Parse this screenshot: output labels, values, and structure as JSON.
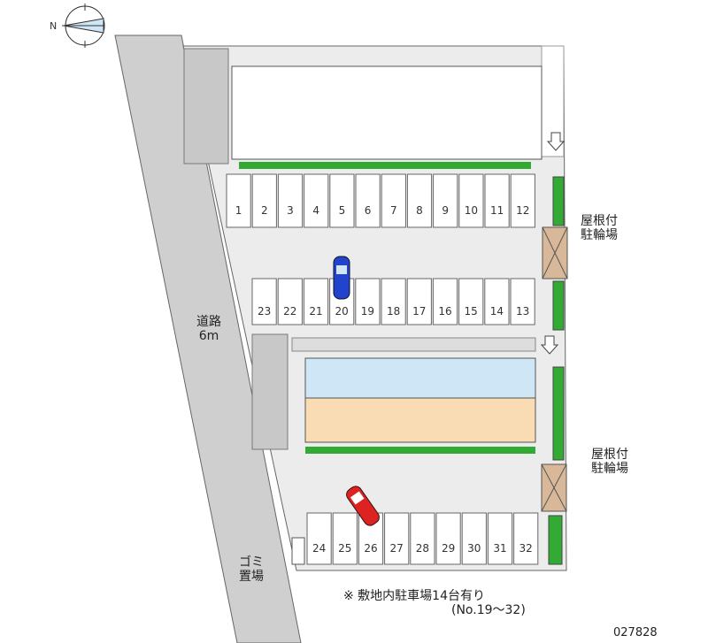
{
  "road_label": {
    "name": "道路",
    "width": "6m"
  },
  "bike_shelter_label": [
    "屋根付",
    "駐輪場"
  ],
  "garbage_label": [
    "ゴミ",
    "置場"
  ],
  "note": {
    "line1": "※ 敷地内駐車場14台有り",
    "line2": "(No.19〜32)"
  },
  "code": "027828",
  "parking_rows": {
    "row_top": [
      "1",
      "2",
      "3",
      "4",
      "5",
      "6",
      "7",
      "8",
      "9",
      "10",
      "11",
      "12"
    ],
    "row_middle": [
      "23",
      "22",
      "21",
      "20",
      "19",
      "18",
      "17",
      "16",
      "15",
      "14",
      "13"
    ],
    "row_bottom": [
      "24",
      "25",
      "26",
      "27",
      "28",
      "29",
      "30",
      "31",
      "32"
    ]
  },
  "colors": {
    "road": "#cfcfcf",
    "lot": "#ececec",
    "green": "#33aa33",
    "building_blue": "#cfe6f7",
    "building_peach": "#f9dcb4",
    "car_blue": "#2244cc",
    "car_red": "#dd2222",
    "shelter": "#d8b898"
  },
  "icons": [
    "compass-north-icon",
    "entrance-arrow-icon",
    "car-icon"
  ]
}
